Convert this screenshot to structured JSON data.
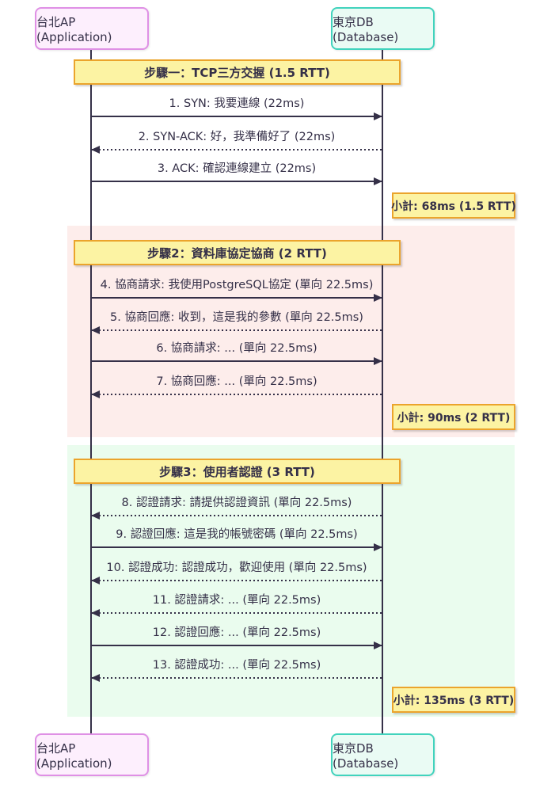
{
  "diagram": {
    "type": "sequence-diagram",
    "actors": {
      "left": {
        "label": "台北AP (Application)"
      },
      "right": {
        "label": "東京DB (Database)"
      }
    },
    "sections": [
      {
        "title": "步驟一：TCP三方交握 (1.5 RTT)",
        "subtotal": "小計: 68ms (1.5 RTT)"
      },
      {
        "title": "步驟2：資料庫協定協商 (2 RTT)",
        "subtotal": "小計: 90ms (2 RTT)"
      },
      {
        "title": "步驟3：使用者認證 (3 RTT)",
        "subtotal": "小計: 135ms (3 RTT)"
      }
    ],
    "messages": [
      {
        "text": "1. SYN: 我要連線 (22ms)",
        "from": "left",
        "to": "right",
        "line": "solid"
      },
      {
        "text": "2. SYN-ACK: 好，我準備好了 (22ms)",
        "from": "right",
        "to": "left",
        "line": "dotted"
      },
      {
        "text": "3. ACK: 確認連線建立 (22ms)",
        "from": "left",
        "to": "right",
        "line": "solid"
      },
      {
        "text": "4. 協商請求: 我使用PostgreSQL協定 (單向 22.5ms)",
        "from": "left",
        "to": "right",
        "line": "solid"
      },
      {
        "text": "5. 協商回應: 收到，這是我的參數 (單向 22.5ms)",
        "from": "right",
        "to": "left",
        "line": "dotted"
      },
      {
        "text": "6. 協商請求: ... (單向 22.5ms)",
        "from": "left",
        "to": "right",
        "line": "solid"
      },
      {
        "text": "7. 協商回應: ... (單向 22.5ms)",
        "from": "right",
        "to": "left",
        "line": "dotted"
      },
      {
        "text": "8. 認證請求: 請提供認證資訊 (單向 22.5ms)",
        "from": "right",
        "to": "left",
        "line": "dotted"
      },
      {
        "text": "9. 認證回應: 這是我的帳號密碼 (單向 22.5ms)",
        "from": "left",
        "to": "right",
        "line": "solid"
      },
      {
        "text": "10. 認證成功: 認證成功，歡迎使用 (單向 22.5ms)",
        "from": "right",
        "to": "left",
        "line": "dotted"
      },
      {
        "text": "11. 認證請求: ... (單向 22.5ms)",
        "from": "right",
        "to": "left",
        "line": "dotted"
      },
      {
        "text": "12. 認證回應: ... (單向 22.5ms)",
        "from": "left",
        "to": "right",
        "line": "solid"
      },
      {
        "text": "13. 認證成功: ... (單向 22.5ms)",
        "from": "right",
        "to": "left",
        "line": "dotted"
      }
    ],
    "colors": {
      "text_and_lines": "#353048",
      "actor_left_fill": "#fdeffd",
      "actor_left_border": "#df90e5",
      "actor_right_fill": "#eafbf4",
      "actor_right_border": "#41d3bd",
      "label_box_fill": "#fcf3a3",
      "label_box_border": "#eba42c",
      "section2_background": "#fdedeb",
      "section3_background": "#eafcee"
    }
  }
}
